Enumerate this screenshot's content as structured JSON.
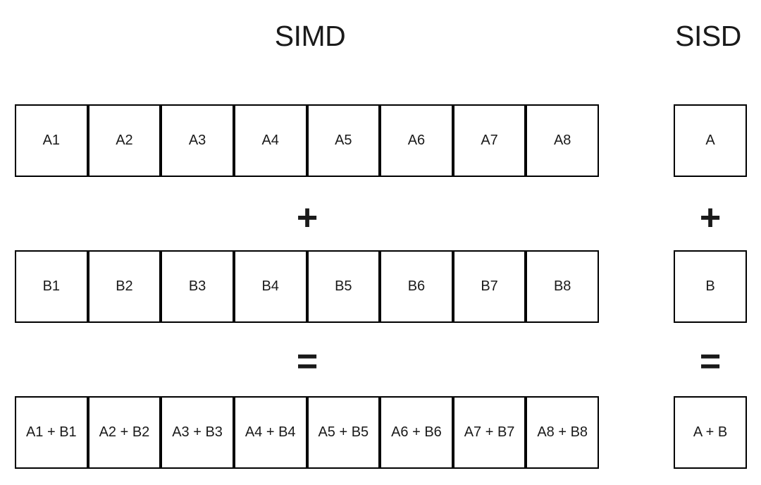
{
  "colors": {
    "background": "#ffffff",
    "line": "#000000",
    "text": "#1a1a1a"
  },
  "simd": {
    "title": "SIMD",
    "vector_a": {
      "cells": [
        "A1",
        "A2",
        "A3",
        "A4",
        "A5",
        "A6",
        "A7",
        "A8"
      ]
    },
    "plus": "+",
    "vector_b": {
      "cells": [
        "B1",
        "B2",
        "B3",
        "B4",
        "B5",
        "B6",
        "B7",
        "B8"
      ]
    },
    "equals": "=",
    "vector_result": {
      "cells": [
        "A1 + B1",
        "A2 + B2",
        "A3 + B3",
        "A4 + B4",
        "A5 + B5",
        "A6 + B6",
        "A7 + B7",
        "A8 + B8"
      ]
    }
  },
  "sisd": {
    "title": "SISD",
    "scalar_a": "A",
    "plus": "+",
    "scalar_b": "B",
    "equals": "=",
    "scalar_result": "A + B"
  }
}
